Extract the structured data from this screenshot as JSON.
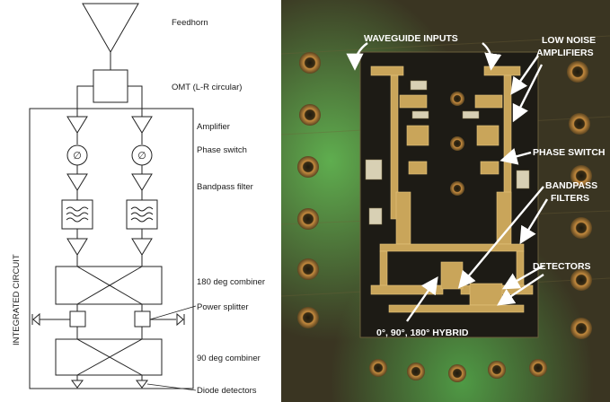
{
  "block_diagram": {
    "side_label": "INTEGRATED CIRCUIT",
    "phase_switch_symbol": "∅",
    "labels": {
      "feedhorn": "Feedhorn",
      "omt": "OMT (L-R circular)",
      "amplifier": "Amplifier",
      "phase_switch": "Phase switch",
      "bandpass_filter": "Bandpass filter",
      "combiner_180": "180 deg combiner",
      "power_splitter": "Power splitter",
      "combiner_90": "90 deg combiner",
      "diode_detectors": "Diode detectors"
    }
  },
  "photo": {
    "callouts": {
      "waveguide_inputs": "WAVEGUIDE INPUTS",
      "low_noise_1": "LOW NOISE",
      "low_noise_2": "AMPLIFIERS",
      "phase_switch": "PHASE SWITCH",
      "bandpass_1": "BANDPASS",
      "bandpass_2": "FILTERS",
      "detectors": "DETECTORS",
      "hybrid": "0°, 90°, 180° HYBRID"
    },
    "colors": {
      "board": "#3a3522",
      "gold": "#c9a55a",
      "green_glow": "#4f9a45"
    }
  }
}
